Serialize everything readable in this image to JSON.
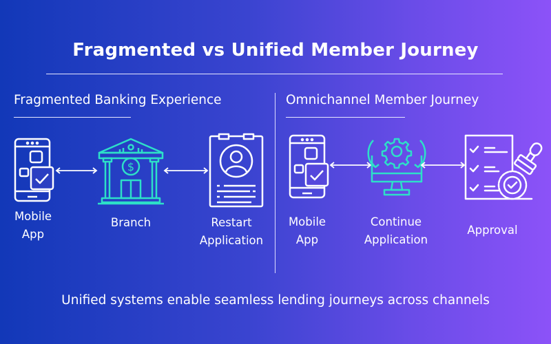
{
  "title": "Fragmented vs Unified Member Journey",
  "colors": {
    "accent": "#2de0c8",
    "icon_white": "#ffffff",
    "bg_start": "#1238b8",
    "bg_end": "#8c52f8"
  },
  "left_panel": {
    "heading": "Fragmented Banking Experience",
    "steps": [
      {
        "icon": "mobile-app-icon",
        "label_line1": "Mobile",
        "label_line2": "App"
      },
      {
        "icon": "bank-branch-icon",
        "label_line1": "Branch"
      },
      {
        "icon": "application-form-icon",
        "label_line1": "Restart",
        "label_line2": "Application"
      }
    ]
  },
  "right_panel": {
    "heading": "Omnichannel Member Journey",
    "steps": [
      {
        "icon": "mobile-app-icon",
        "label_line1": "Mobile",
        "label_line2": "App"
      },
      {
        "icon": "monitor-gear-sync-icon",
        "label_line1": "Continue",
        "label_line2": "Application"
      },
      {
        "icon": "checklist-stamp-icon",
        "label_line1": "Approval"
      }
    ]
  },
  "footer": "Unified systems enable seamless lending journeys across channels"
}
